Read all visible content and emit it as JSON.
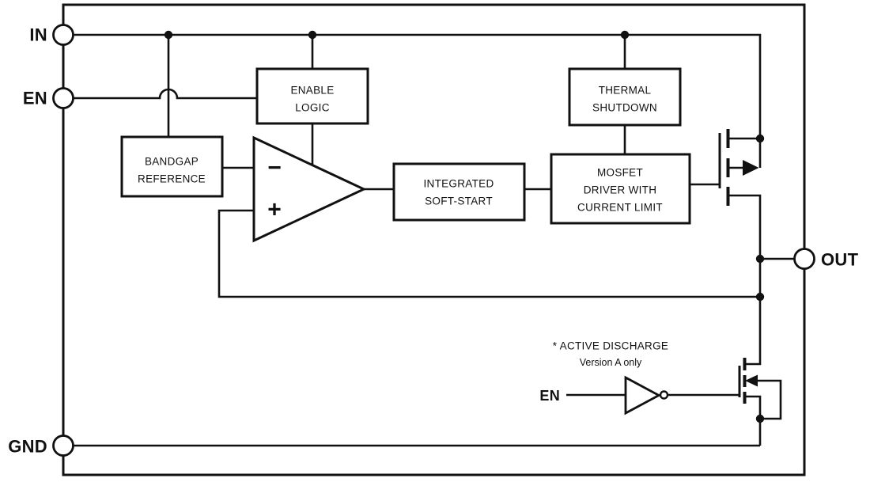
{
  "diagram": {
    "type": "ldo-functional-block-diagram",
    "colors": {
      "ink": "#111111",
      "background": "#ffffff"
    },
    "pins": {
      "in": {
        "label": "IN"
      },
      "en": {
        "label": "EN"
      },
      "gnd": {
        "label": "GND"
      },
      "out": {
        "label": "OUT"
      }
    },
    "blocks": {
      "bandgap": {
        "line1": "BANDGAP",
        "line2": "REFERENCE"
      },
      "enable_logic": {
        "line1": "ENABLE",
        "line2": "LOGIC"
      },
      "thermal_shutdown": {
        "line1": "THERMAL",
        "line2": "SHUTDOWN"
      },
      "soft_start": {
        "line1": "INTEGRATED",
        "line2": "SOFT-START"
      },
      "mosfet_driver": {
        "line1": "MOSFET",
        "line2": "DRIVER WITH",
        "line3": "CURRENT LIMIT"
      }
    },
    "error_amplifier": {
      "inverting_input_sign": "−",
      "noninverting_input_sign": "+"
    },
    "active_discharge": {
      "note_line1": "* ACTIVE DISCHARGE",
      "note_line2": "Version A only",
      "en_label": "EN"
    }
  }
}
